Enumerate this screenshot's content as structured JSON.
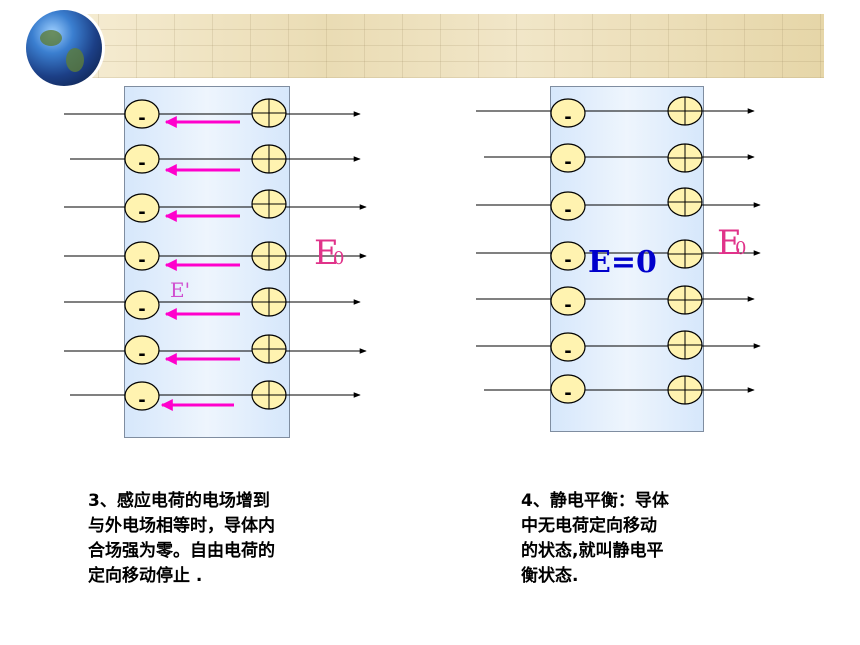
{
  "left_diagram": {
    "e0_label": "E",
    "e0_sub": "0",
    "e_prime_label": "E'",
    "minus_sign": "-"
  },
  "right_diagram": {
    "e0_label": "E",
    "e0_sub": "0",
    "e_zero_label": "E=0",
    "minus_sign": "-"
  },
  "text_left": {
    "lines": [
      "3、感应电荷的电场增到",
      "与外电场相等时，导体内",
      "合场强为零。自由电荷的",
      "定向移动停止 ."
    ]
  },
  "text_right": {
    "lines": [
      "4、静电平衡：导体",
      "中无电荷定向移动",
      "的状态,就叫静电平",
      "衡状态."
    ]
  },
  "colors": {
    "arrow_magenta": "#ff00cc",
    "e0_pink": "#e0338a",
    "e_prime": "#d04fd0",
    "e_zero_blue": "#0000cc",
    "charge_fill": "#fff3b0"
  }
}
